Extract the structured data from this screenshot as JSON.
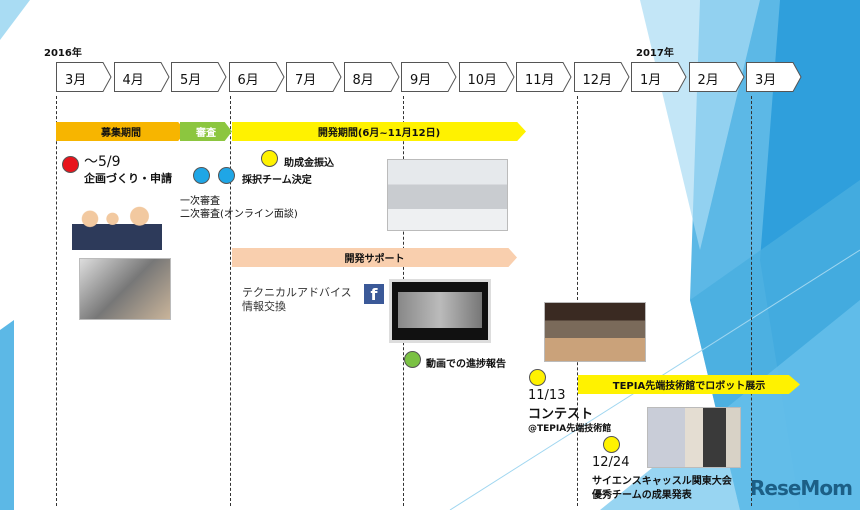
{
  "years": [
    "2016年",
    "2017年"
  ],
  "months": [
    "3月",
    "4月",
    "5月",
    "6月",
    "7月",
    "8月",
    "9月",
    "10月",
    "11月",
    "12月",
    "1月",
    "2月",
    "3月"
  ],
  "bars": {
    "recruit": "募集期間",
    "review": "審査",
    "development": "開発期間(6月~11月12日)",
    "support": "開発サポート",
    "exhibit": "TEPIA先端技術館でロボット展示"
  },
  "events": {
    "deadline_date": "～5/9",
    "deadline_label": "企画づくり・申請",
    "review1": "一次審査",
    "review2": "二次審査(オンライン面談)",
    "team_decision": "採択チーム決定",
    "grant": "助成金振込",
    "tech_advice": "テクニカルアドバイス",
    "info_exchange": "情報交換",
    "video_report": "動画での進捗報告",
    "contest_date": "11/13",
    "contest_label": "コンテスト",
    "contest_venue": "@TEPIA先端技術館",
    "science_date": "12/24",
    "science_label1": "サイエンスキャッスル関東大会",
    "science_label2": "優秀チームの成果発表"
  },
  "colors": {
    "red": "#e8141c",
    "blue": "#1fa6e6",
    "yellow": "#fff200",
    "green": "#7ac143",
    "orange": "#f7b500",
    "review_green": "#8cc63f",
    "support_peach": "#f9cfae",
    "facebook": "#3b5998"
  },
  "logo": "ReseMom"
}
